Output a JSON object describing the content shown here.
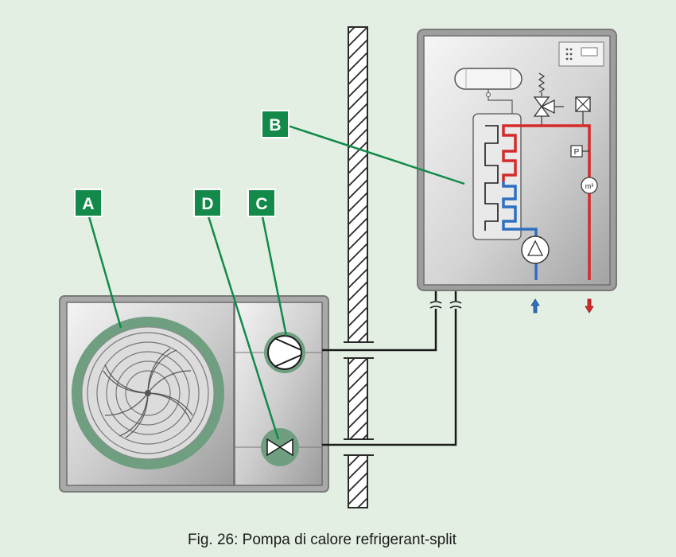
{
  "labels": {
    "a": "A",
    "b": "B",
    "c": "C",
    "d": "D"
  },
  "symbols": {
    "pressure": "P",
    "meter": "m³"
  },
  "caption": "Fig. 26: Pompa di calore refrigerant-split",
  "colors": {
    "background": "#e4efe4",
    "label_green": "#138a4a",
    "hot_pipe": "#d42a2a",
    "cold_pipe": "#2f6fc0",
    "refrigerant_line": "#1a1a1a"
  }
}
